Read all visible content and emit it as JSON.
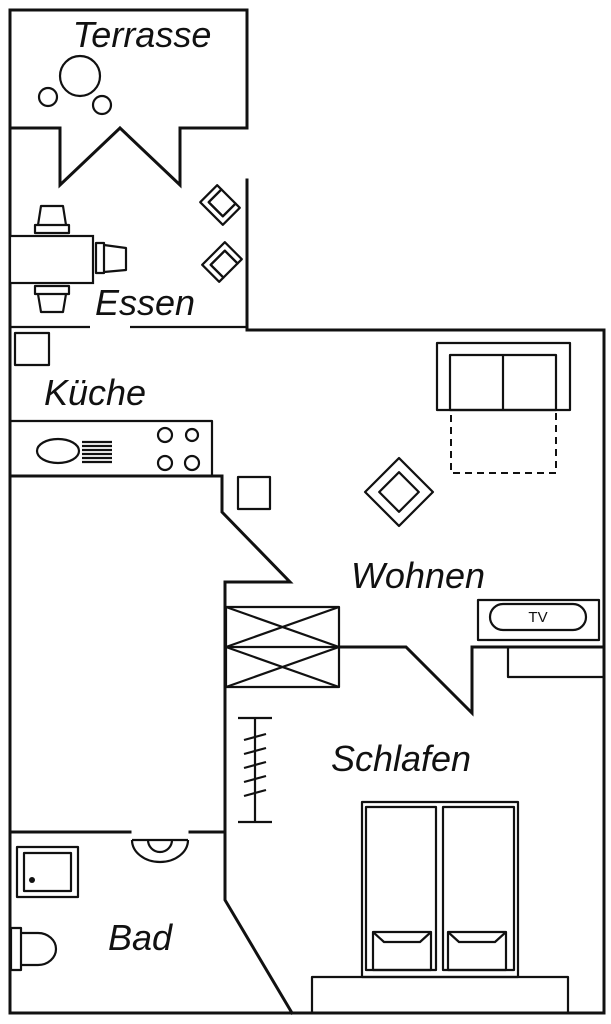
{
  "floorplan": {
    "rooms": {
      "terrace": "Terrasse",
      "dining": "Essen",
      "kitchen": "Küche",
      "living": "Wohnen",
      "bedroom": "Schlafen",
      "bathroom": "Bad"
    },
    "tv_label": "TV"
  },
  "colors": {
    "line": "#111111",
    "background": "#ffffff"
  }
}
